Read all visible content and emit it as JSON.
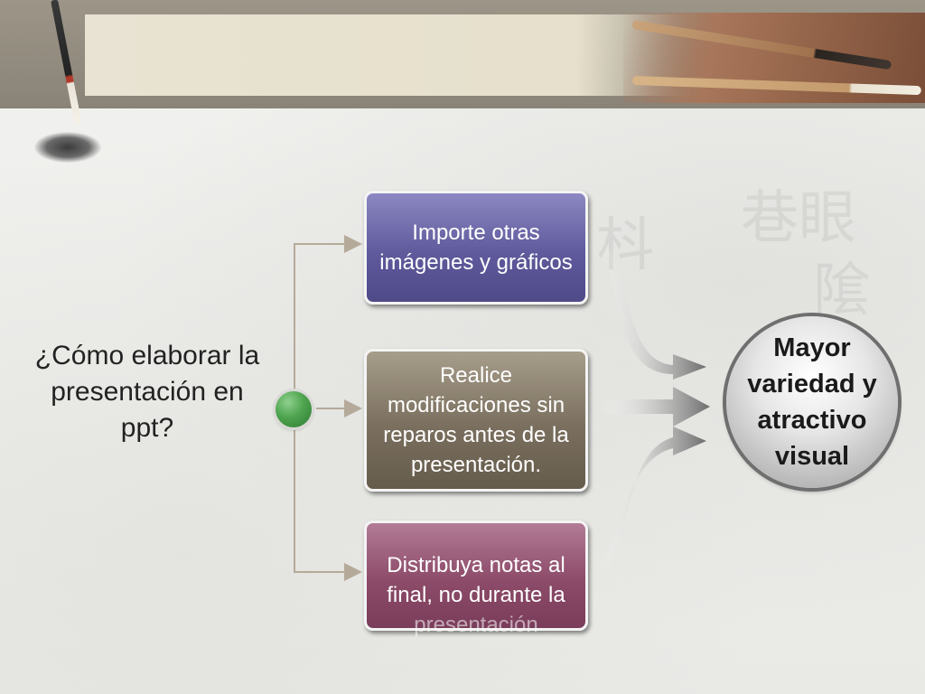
{
  "slide": {
    "question": "¿Cómo elaborar la presentación en ppt?",
    "steps": [
      {
        "text": "Importe otras imágenes y gráficos",
        "color": "#5f5a9c"
      },
      {
        "text": "Realice modificaciones sin reparos antes de la presentación.",
        "color": "#7a6f5e"
      },
      {
        "text": "Distribuya notas al final, no durante la",
        "overflow_text": "presentación",
        "color": "#8c4b69"
      }
    ],
    "result": "Mayor variedad y atractivo visual"
  }
}
